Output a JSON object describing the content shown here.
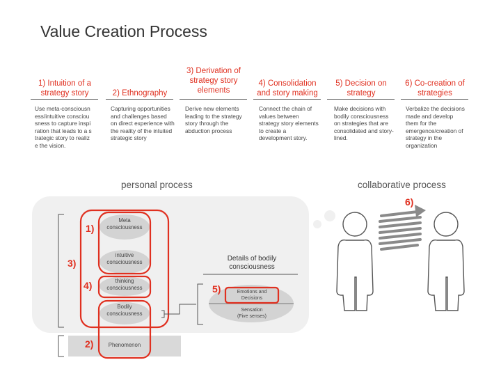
{
  "title": "Value Creation Process",
  "steps": [
    {
      "head": "1) Intuition of a strategy story",
      "desc": "Use meta-consciousness/intuitive consciousness to capture inspiration that leads to a strategic story to realize the vision."
    },
    {
      "head": "2) Ethnography",
      "desc": "Capturing opportunities and challenges based on direct experience with the reality of the intuited strategic story"
    },
    {
      "head": "3) Derivation of strategy story elements",
      "desc": "Derive new elements leading to the strategy story through the abduction process"
    },
    {
      "head": "4) Consolidation and story making",
      "desc": "Connect the chain of values between strategy story elements to create a development story."
    },
    {
      "head": "5) Decision on strategy",
      "desc": "Make decisions with bodily consciousness on strategies that are consolidated and story-lined."
    },
    {
      "head": "6) Co-creation of strategies",
      "desc": "Verbalize the decisions made and develop them for the emergence/creation of strategy in the organization"
    }
  ],
  "labels": {
    "personal_process": "personal process",
    "collaborative_process": "collaborative process"
  },
  "layers": {
    "meta": "Meta consciousness",
    "intuitive": "intuitive consciousness",
    "thinking": "thinking consciousness",
    "bodily": "Bodily consciousness",
    "phenomenon": "Phenomenon"
  },
  "details": {
    "title": "Details of bodily consciousness",
    "emotions": "Emotions and Decisions",
    "sensation": "Sensation\n(Five senses)"
  },
  "markers": {
    "m1": "1)",
    "m2": "2)",
    "m3": "3)",
    "m4": "4)",
    "m5": "5)",
    "m6": "6)"
  },
  "colors": {
    "accent": "#e03020",
    "panel": "#f0f0f0",
    "ellipse": "#d3d3d3",
    "text": "#333333"
  }
}
